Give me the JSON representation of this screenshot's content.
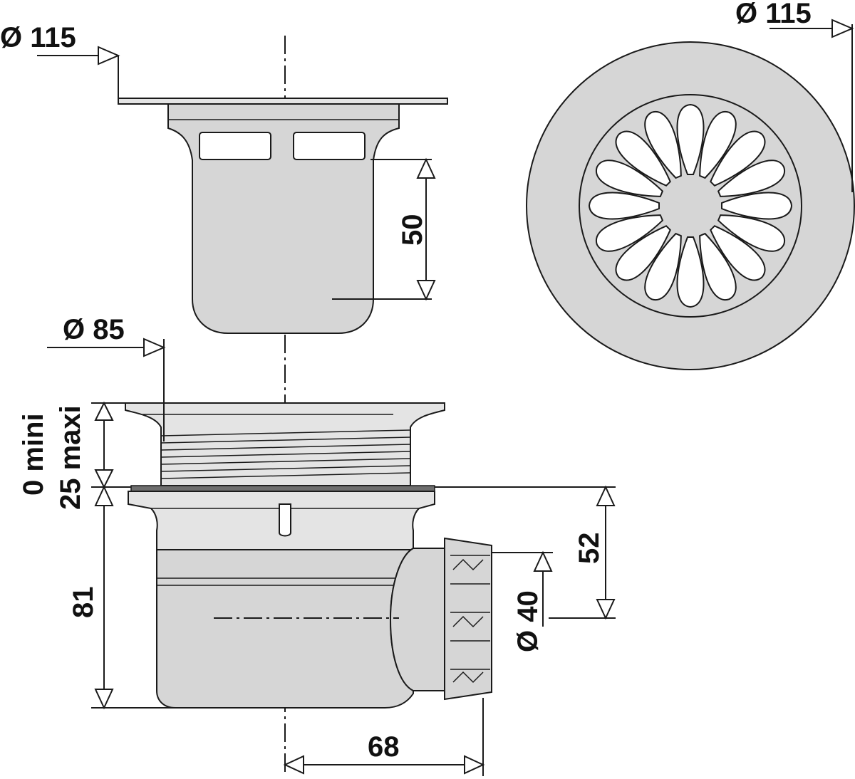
{
  "dimensions": {
    "grate_diameter_side": "Ø 115",
    "grate_diameter_top": "Ø 115",
    "trap_depth": "50",
    "body_diameter": "Ø 85",
    "adjust_min": "0 mini",
    "adjust_max": "25 maxi",
    "body_height": "81",
    "outlet_height": "52",
    "outlet_diameter": "Ø 40",
    "outlet_offset": "68"
  },
  "colors": {
    "part_fill": "#d6d6d6",
    "line": "#1a1a1a",
    "gasket": "#6e6e6e"
  }
}
